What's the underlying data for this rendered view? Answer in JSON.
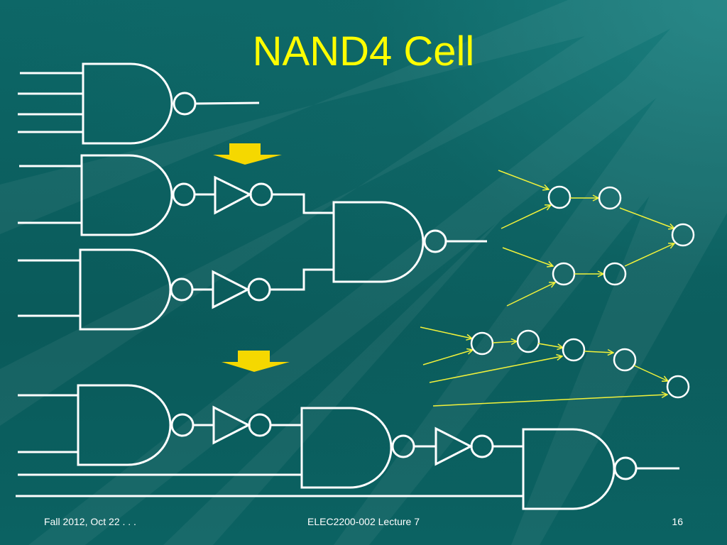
{
  "slide": {
    "title": "NAND4 Cell",
    "footer_left": "Fall 2012, Oct 22 . . .",
    "footer_center": "ELEC2200-002 Lecture 7",
    "footer_right": "16"
  },
  "colors": {
    "background": "#0b5c5c",
    "title": "#ffff00",
    "lines": "#ffffff",
    "arrow": "#f5d800",
    "graph_edges": "#f2f23a"
  }
}
